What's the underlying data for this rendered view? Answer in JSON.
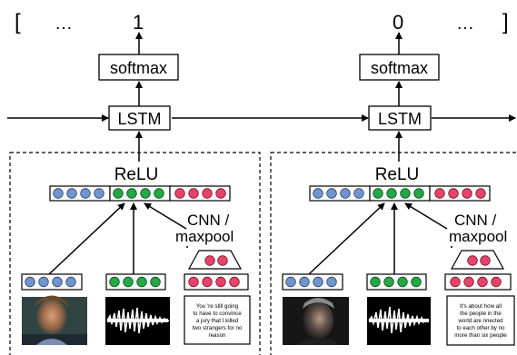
{
  "sequence": {
    "open_bracket": "[",
    "close_bracket": "]",
    "ellipsis": "…",
    "outputs": [
      "1",
      "0"
    ]
  },
  "layers": {
    "softmax": "softmax",
    "lstm": "LSTM",
    "relu": "ReLU",
    "cnn_line1": "CNN /",
    "cnn_line2": "maxpool"
  },
  "captions": {
    "left": [
      "You 're still going",
      "to have to convince",
      "a jury that I killed",
      "two strangers for no",
      "reason"
    ],
    "right": [
      "It's about how all",
      "the people in the",
      "world are nnected",
      "to each other by no",
      "more than six people"
    ]
  },
  "colors": {
    "blue": "#6f95cf",
    "green": "#22a845",
    "pink": "#e8426a"
  },
  "icons": {
    "arrows": "arrow-icon",
    "face_image": "face-thumbnail",
    "audio_waveform": "waveform-icon"
  }
}
